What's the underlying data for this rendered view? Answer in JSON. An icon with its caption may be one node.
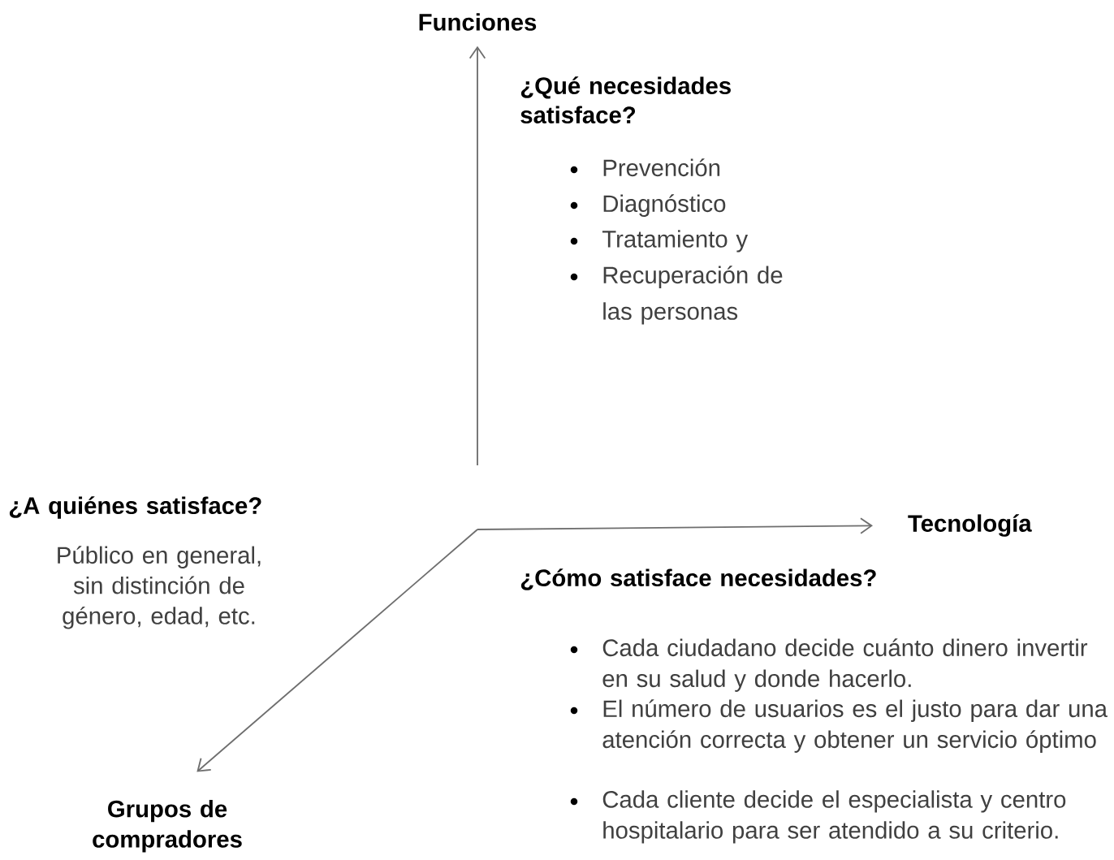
{
  "diagram": {
    "nodes": [
      {
        "text": [
          "Funciones"
        ]
      },
      {
        "text": [
          "Tecnología"
        ]
      },
      {
        "text": [
          "Grupos de compradores"
        ]
      }
    ],
    "edges": [
      {
        "from": null,
        "to": 0,
        "arrow": "to"
      },
      {
        "from": null,
        "to": 1,
        "arrow": "to"
      },
      {
        "from": null,
        "to": 2,
        "arrow": "to"
      }
    ],
    "labels": [
      "¿Qué necesidades satisface?",
      "Prevención",
      "Diagnóstico",
      "Tratamiento y",
      "Recuperación de las personas",
      "¿A quiénes satisface?",
      "Público en general, sin distinción de género, edad, etc.",
      "¿Cómo satisface necesidades?",
      "Cada ciudadano decide cuánto dinero invertir en su salud y donde hacerlo.",
      "El número de usuarios es el justo para dar una atención correcta y obtener un servicio óptimo",
      "Cada cliente decide el especialista y centro hospitalario para ser atendido a su criterio."
    ]
  }
}
